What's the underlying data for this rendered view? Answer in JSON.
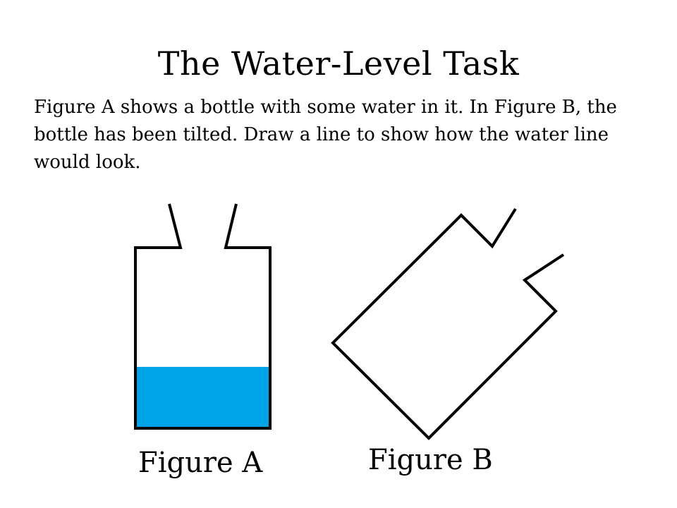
{
  "title": "The Water-Level Task",
  "instructions": "Figure A shows a bottle with some water in it.  In Figure B, the bottle has been tilted.  Draw a line to show how the water line would look.",
  "figure_a": {
    "label": "Figure A",
    "water_color": "#00A2E8",
    "water_fill_fraction": 0.34
  },
  "figure_b": {
    "label": "Figure B"
  },
  "outline_color": "#000000"
}
